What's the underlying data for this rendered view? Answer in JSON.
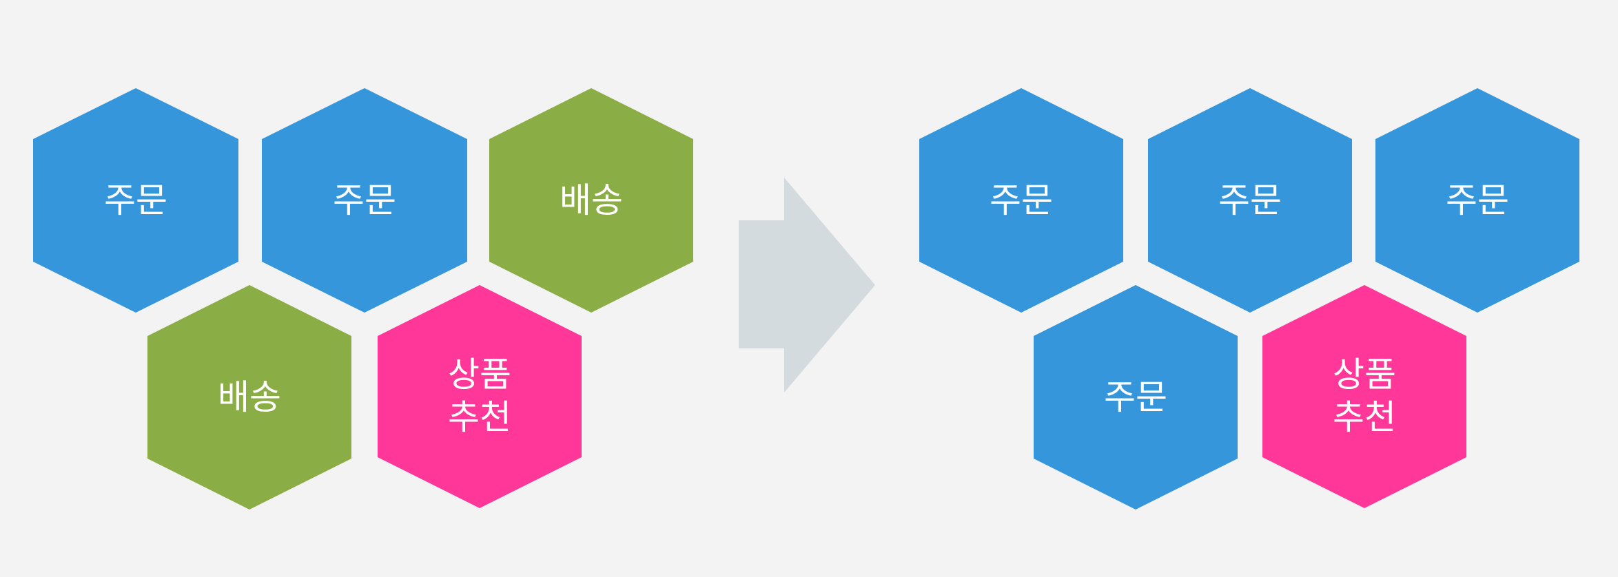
{
  "colors": {
    "background": "#f3f3f3",
    "order": "#3596db",
    "delivery": "#8bad45",
    "recommend": "#ff3799",
    "arrow": "#d3dbde"
  },
  "labels": {
    "order": "주문",
    "delivery": "배송",
    "recommend_line1": "상품",
    "recommend_line2": "추천"
  },
  "before": {
    "hexagons": [
      {
        "role": "order",
        "label": "주문"
      },
      {
        "role": "order",
        "label": "주문"
      },
      {
        "role": "delivery",
        "label": "배송"
      },
      {
        "role": "delivery",
        "label": "배송"
      },
      {
        "role": "recommend",
        "label": [
          "상품",
          "추천"
        ]
      }
    ]
  },
  "after": {
    "hexagons": [
      {
        "role": "order",
        "label": "주문"
      },
      {
        "role": "order",
        "label": "주문"
      },
      {
        "role": "order",
        "label": "주문"
      },
      {
        "role": "order",
        "label": "주문"
      },
      {
        "role": "recommend",
        "label": [
          "상품",
          "추천"
        ]
      }
    ]
  },
  "arrow": {
    "direction": "right"
  }
}
